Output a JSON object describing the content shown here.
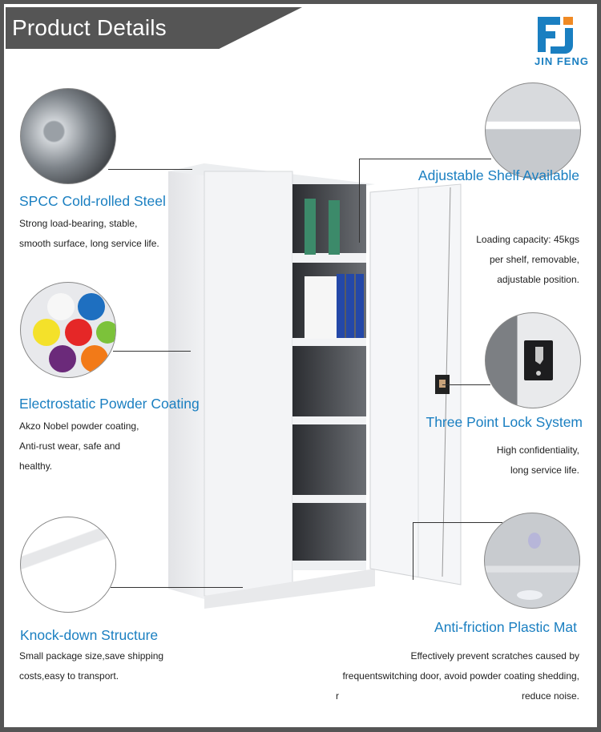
{
  "banner": {
    "title": "Product Details"
  },
  "logo": {
    "brand": "JIN FENG",
    "mark": "FJ",
    "colors": {
      "blue": "#1a7fc1",
      "orange": "#f08a24"
    }
  },
  "features": [
    {
      "id": "steel",
      "title": "SPCC Cold-rolled Steel",
      "lines": [
        "Strong load-bearing, stable,",
        "smooth surface, long service life."
      ],
      "image": "steel-coil"
    },
    {
      "id": "coating",
      "title": "Electrostatic Powder Coating",
      "lines": [
        "Akzo Nobel powder coating,",
        "Anti-rust wear, safe and",
        "healthy."
      ],
      "image": "powder-pots"
    },
    {
      "id": "knockdown",
      "title": "Knock-down Structure",
      "lines": [
        "Small package size,save shipping",
        "costs,easy to transport."
      ],
      "image": "panel-corner"
    },
    {
      "id": "shelf",
      "title": "Adjustable Shelf Available",
      "lines": [
        "Loading capacity: 45kgs",
        "per shelf, removable,",
        "adjustable position."
      ],
      "image": "shelf-bracket"
    },
    {
      "id": "lock",
      "title": "Three Point Lock System",
      "lines": [
        "High confidentiality,",
        "long service life."
      ],
      "image": "door-lock"
    },
    {
      "id": "mat",
      "title": "Anti-friction Plastic Mat",
      "lines": [
        "Effectively prevent scratches caused by",
        "frequentswitching door, avoid powder coating shedding,",
        "reduce noise."
      ],
      "stray": "r",
      "image": "plastic-bumper"
    }
  ],
  "colors": {
    "frame": "#555555",
    "heading": "#1a7fc1",
    "text": "#222222"
  }
}
